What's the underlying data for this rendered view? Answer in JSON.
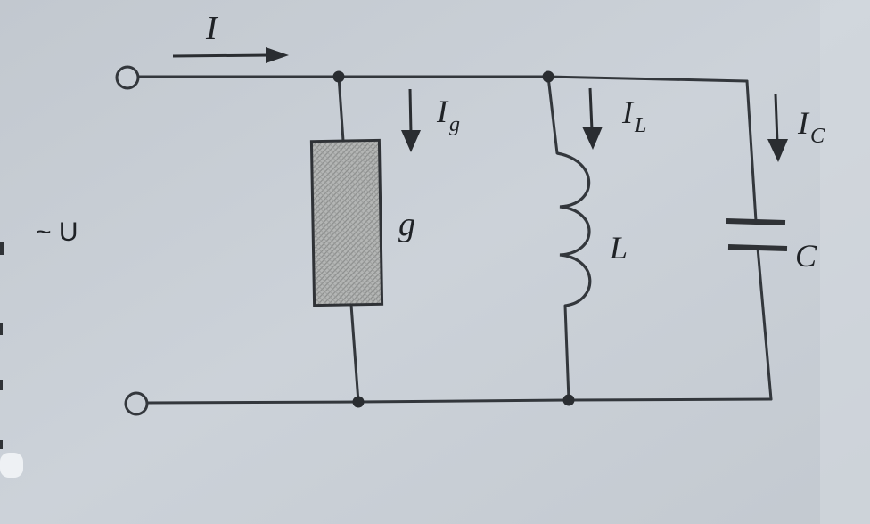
{
  "diagram": {
    "current_label": "I",
    "source_label": "~ U",
    "branches": {
      "g": {
        "current_label": "I",
        "current_sub": "g",
        "element_label": "g"
      },
      "L": {
        "current_label": "I",
        "current_sub": "L",
        "element_label": "L"
      },
      "C": {
        "current_label": "I",
        "current_sub": "C",
        "element_label": "C"
      }
    }
  },
  "colors": {
    "background": "#c9cfd6",
    "wire": "#33373c",
    "resistor_fill": "#a8aaa9"
  }
}
